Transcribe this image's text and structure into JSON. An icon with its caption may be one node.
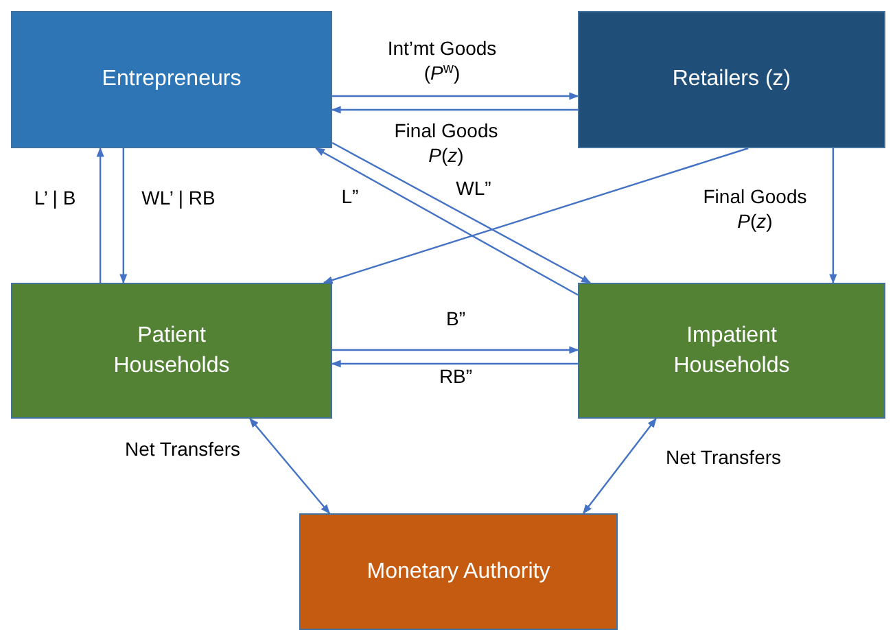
{
  "diagram": {
    "nodes": [
      {
        "text": [
          "Entrepreneurs"
        ]
      },
      {
        "text": [
          "Retailers (z)"
        ]
      },
      {
        "text": [
          "Patient Households"
        ]
      },
      {
        "text": [
          "Impatient Households"
        ]
      },
      {
        "text": [
          "Monetary Authority"
        ]
      }
    ],
    "edges": [
      {
        "from": 0,
        "to": 1,
        "arrow": "to",
        "label": "Int’mt Goods (*P*$^{w}$)"
      },
      {
        "from": 1,
        "to": 0,
        "arrow": "to",
        "label": "Final Goods *P*(*z*)"
      },
      {
        "from": 2,
        "to": 0,
        "arrow": "to",
        "label": "L’ | B"
      },
      {
        "from": 0,
        "to": 2,
        "arrow": "to",
        "label": "WL’ | RB"
      },
      {
        "from": 3,
        "to": 0,
        "arrow": "to",
        "label": "L”"
      },
      {
        "from": 0,
        "to": 3,
        "arrow": "to",
        "label": "WL”"
      },
      {
        "from": 1,
        "to": 2,
        "arrow": "to"
      },
      {
        "from": 1,
        "to": 3,
        "arrow": "to",
        "label": "Final Goods *P*(*z*)"
      },
      {
        "from": 2,
        "to": 3,
        "arrow": "to",
        "label": "B”"
      },
      {
        "from": 3,
        "to": 2,
        "arrow": "to",
        "label": "RB”"
      },
      {
        "from": 2,
        "to": 4,
        "arrow": "both",
        "label": "Net Transfers"
      },
      {
        "from": 3,
        "to": 4,
        "arrow": "both",
        "label": "Net Transfers"
      }
    ]
  }
}
